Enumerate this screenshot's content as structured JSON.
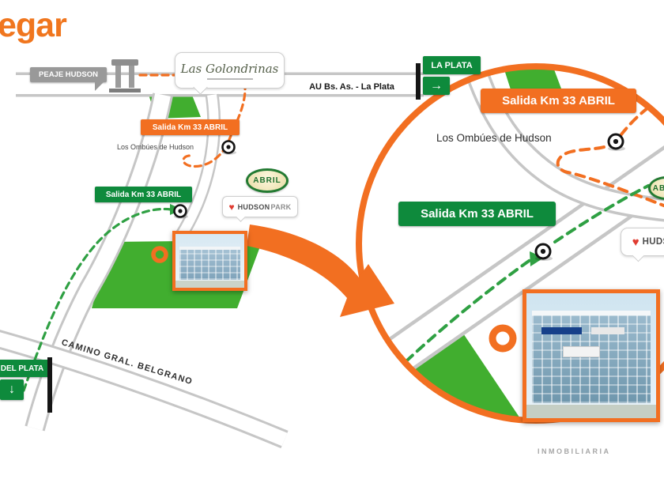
{
  "title": {
    "fragment": "egar"
  },
  "colors": {
    "orange": "#F26F21",
    "sign_green": "#0E8A3C",
    "park_green": "#41AE2F",
    "route_green": "#2FA043",
    "gray_sign": "#999999",
    "heart_red": "#E03C31"
  },
  "map": {
    "peaje_sign": "PEAJE HUDSON",
    "highway_label": "AU Bs. As. - La Plata",
    "la_plata_sign": "LA PLATA",
    "la_plata_arrow": "→",
    "mar_del_plata_sign": "R DEL PLATA",
    "mar_del_plata_arrow": "↓",
    "exit_sign_orange": "Salida Km 33 ABRIL",
    "exit_sign_green": "Salida Km 33 ABRIL",
    "ombues_label": "Los Ombúes de Hudson",
    "camino_label": "CAMINO GRAL. BELGRANO",
    "golondrinas_logo": "Las Golondrinas",
    "abril_logo": "ABRIL",
    "hudson_park_logo_1": "HUDSON",
    "hudson_park_logo_2": "PARK"
  },
  "inset": {
    "exit_sign_orange": "Salida Km 33 ABRIL",
    "exit_sign_green": "Salida Km 33 ABRIL",
    "ombues_label": "Los Ombúes de Hudson",
    "hudson_logo_1": "HUDSON",
    "abril_logo": "ABRIL"
  },
  "footer": {
    "watermark": "INMOBILIARIA"
  }
}
